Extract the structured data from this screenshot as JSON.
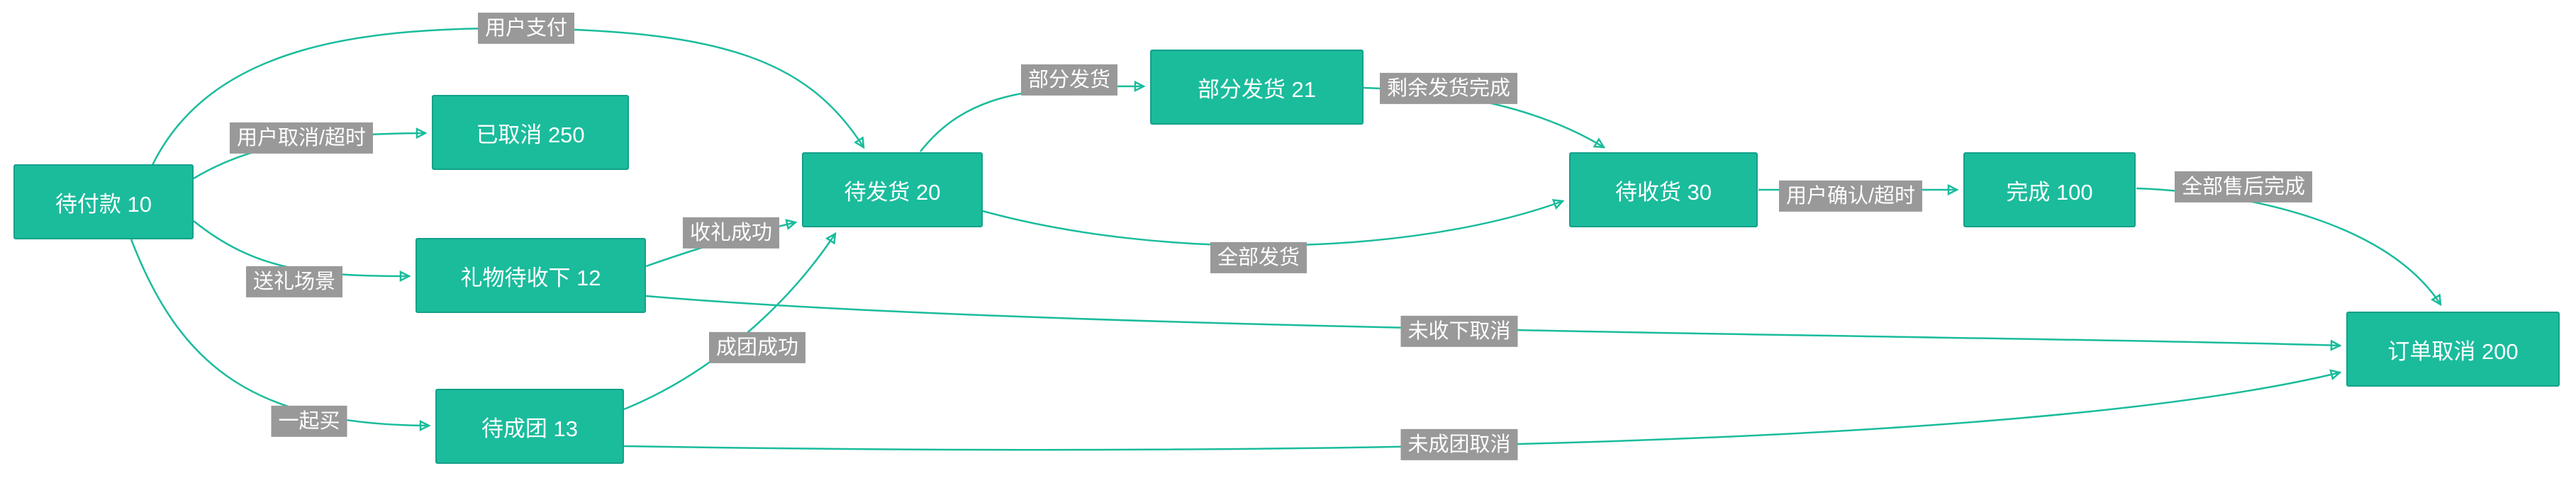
{
  "diagram": {
    "nodes": [
      {
        "id": "pending-payment",
        "label": "待付款 10"
      },
      {
        "id": "cancelled",
        "label": "已取消 250"
      },
      {
        "id": "gift-pending",
        "label": "礼物待收下 12"
      },
      {
        "id": "pending-group",
        "label": "待成团 13"
      },
      {
        "id": "pending-ship",
        "label": "待发货 20"
      },
      {
        "id": "partial-ship",
        "label": "部分发货 21"
      },
      {
        "id": "pending-receive",
        "label": "待收货 30"
      },
      {
        "id": "completed",
        "label": "完成 100"
      },
      {
        "id": "order-cancelled",
        "label": "订单取消 200"
      }
    ],
    "edges": [
      {
        "label": "用户支付",
        "from": "待付款 10",
        "to": "待发货 20"
      },
      {
        "label": "用户取消/超时",
        "from": "待付款 10",
        "to": "已取消 250"
      },
      {
        "label": "送礼场景",
        "from": "待付款 10",
        "to": "礼物待收下 12"
      },
      {
        "label": "一起买",
        "from": "待付款 10",
        "to": "待成团 13"
      },
      {
        "label": "收礼成功",
        "from": "礼物待收下 12",
        "to": "待发货 20"
      },
      {
        "label": "成团成功",
        "from": "待成团 13",
        "to": "待发货 20"
      },
      {
        "label": "部分发货",
        "from": "待发货 20",
        "to": "部分发货 21"
      },
      {
        "label": "剩余发货完成",
        "from": "部分发货 21",
        "to": "待收货 30"
      },
      {
        "label": "全部发货",
        "from": "待发货 20",
        "to": "待收货 30"
      },
      {
        "label": "用户确认/超时",
        "from": "待收货 30",
        "to": "完成 100"
      },
      {
        "label": "全部售后完成",
        "from": "完成 100",
        "to": "订单取消 200"
      },
      {
        "label": "未收下取消",
        "from": "礼物待收下 12",
        "to": "订单取消 200"
      },
      {
        "label": "未成团取消",
        "from": "待成团 13",
        "to": "订单取消 200"
      }
    ],
    "colors": {
      "node_fill": "#1abc9c",
      "node_border": "#14a089",
      "node_text": "#ffffff",
      "edge_stroke": "#1abc9c",
      "edge_label_bg": "#999999",
      "edge_label_text": "#ffffff",
      "background": "#ffffff"
    }
  }
}
